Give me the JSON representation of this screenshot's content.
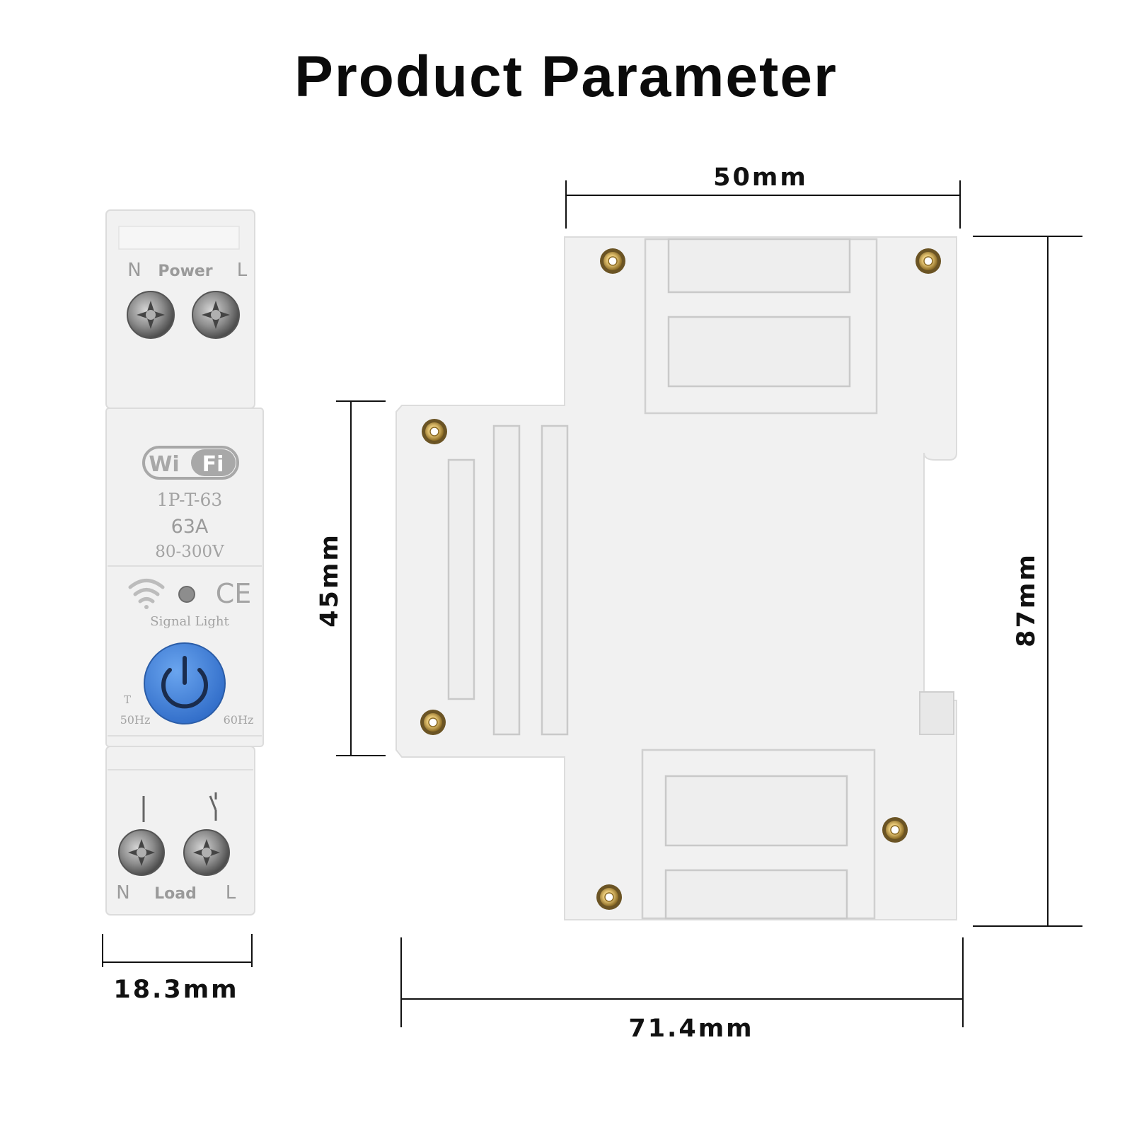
{
  "title": "Product Parameter",
  "dimensions": {
    "width_side": "50mm",
    "rail_height": "45mm",
    "height": "87mm",
    "width_front": "18.3mm",
    "depth": "71.4mm"
  },
  "device": {
    "top_labels": {
      "neutral": "N",
      "power": "Power",
      "line": "L"
    },
    "brand_logo": "WiFi",
    "model": "1P-T-63",
    "current": "63A",
    "voltage": "80-300V",
    "ce_mark": "CE",
    "signal_label": "Signal Light",
    "t_label": "T",
    "freq_left": "50Hz",
    "freq_right": "60Hz",
    "bottom_labels": {
      "neutral": "N",
      "load": "Load",
      "line": "L"
    },
    "button_color": "#3b7bd6"
  },
  "icons": [
    "wifi-signal-icon",
    "power-icon",
    "switch-symbol-icon",
    "screw-terminal-icon"
  ]
}
